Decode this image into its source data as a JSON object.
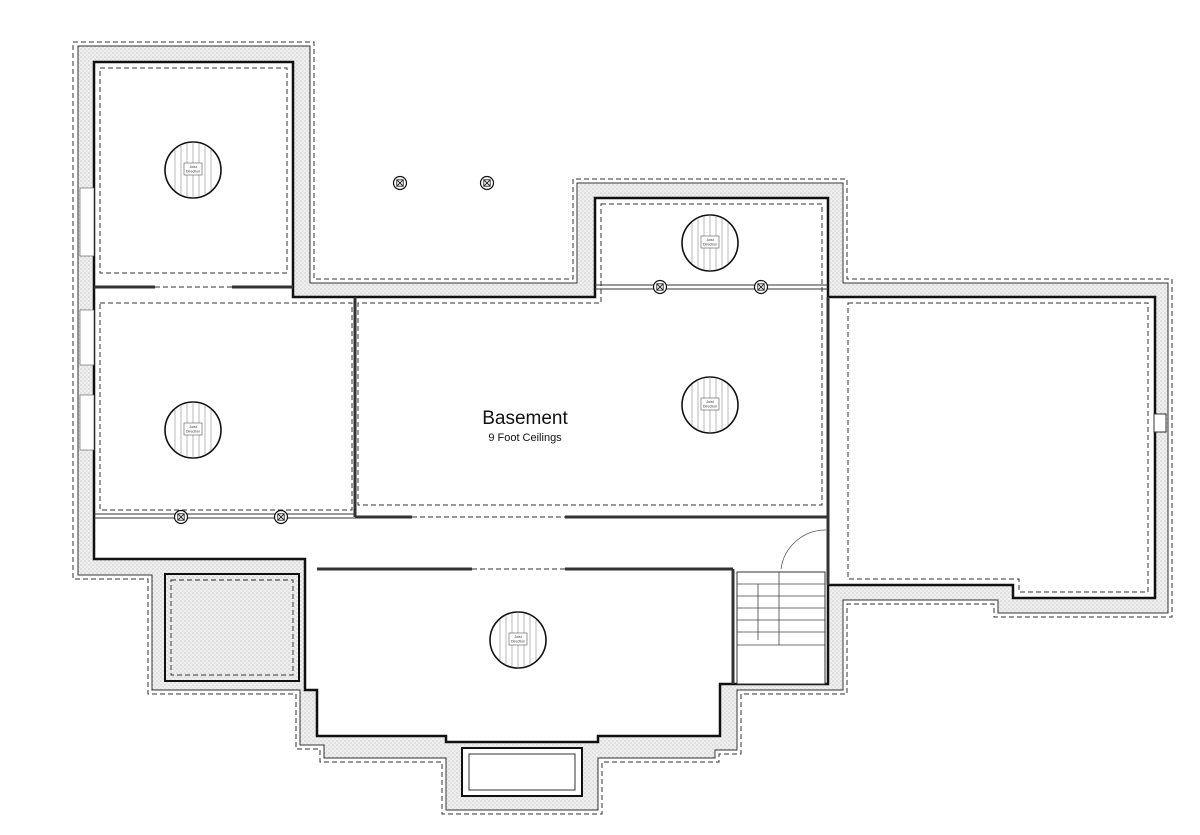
{
  "plan": {
    "room_title": "Basement",
    "room_subtitle": "9 Foot Ceilings",
    "joist_label_line1": "Joist",
    "joist_label_line2": "Direction"
  }
}
